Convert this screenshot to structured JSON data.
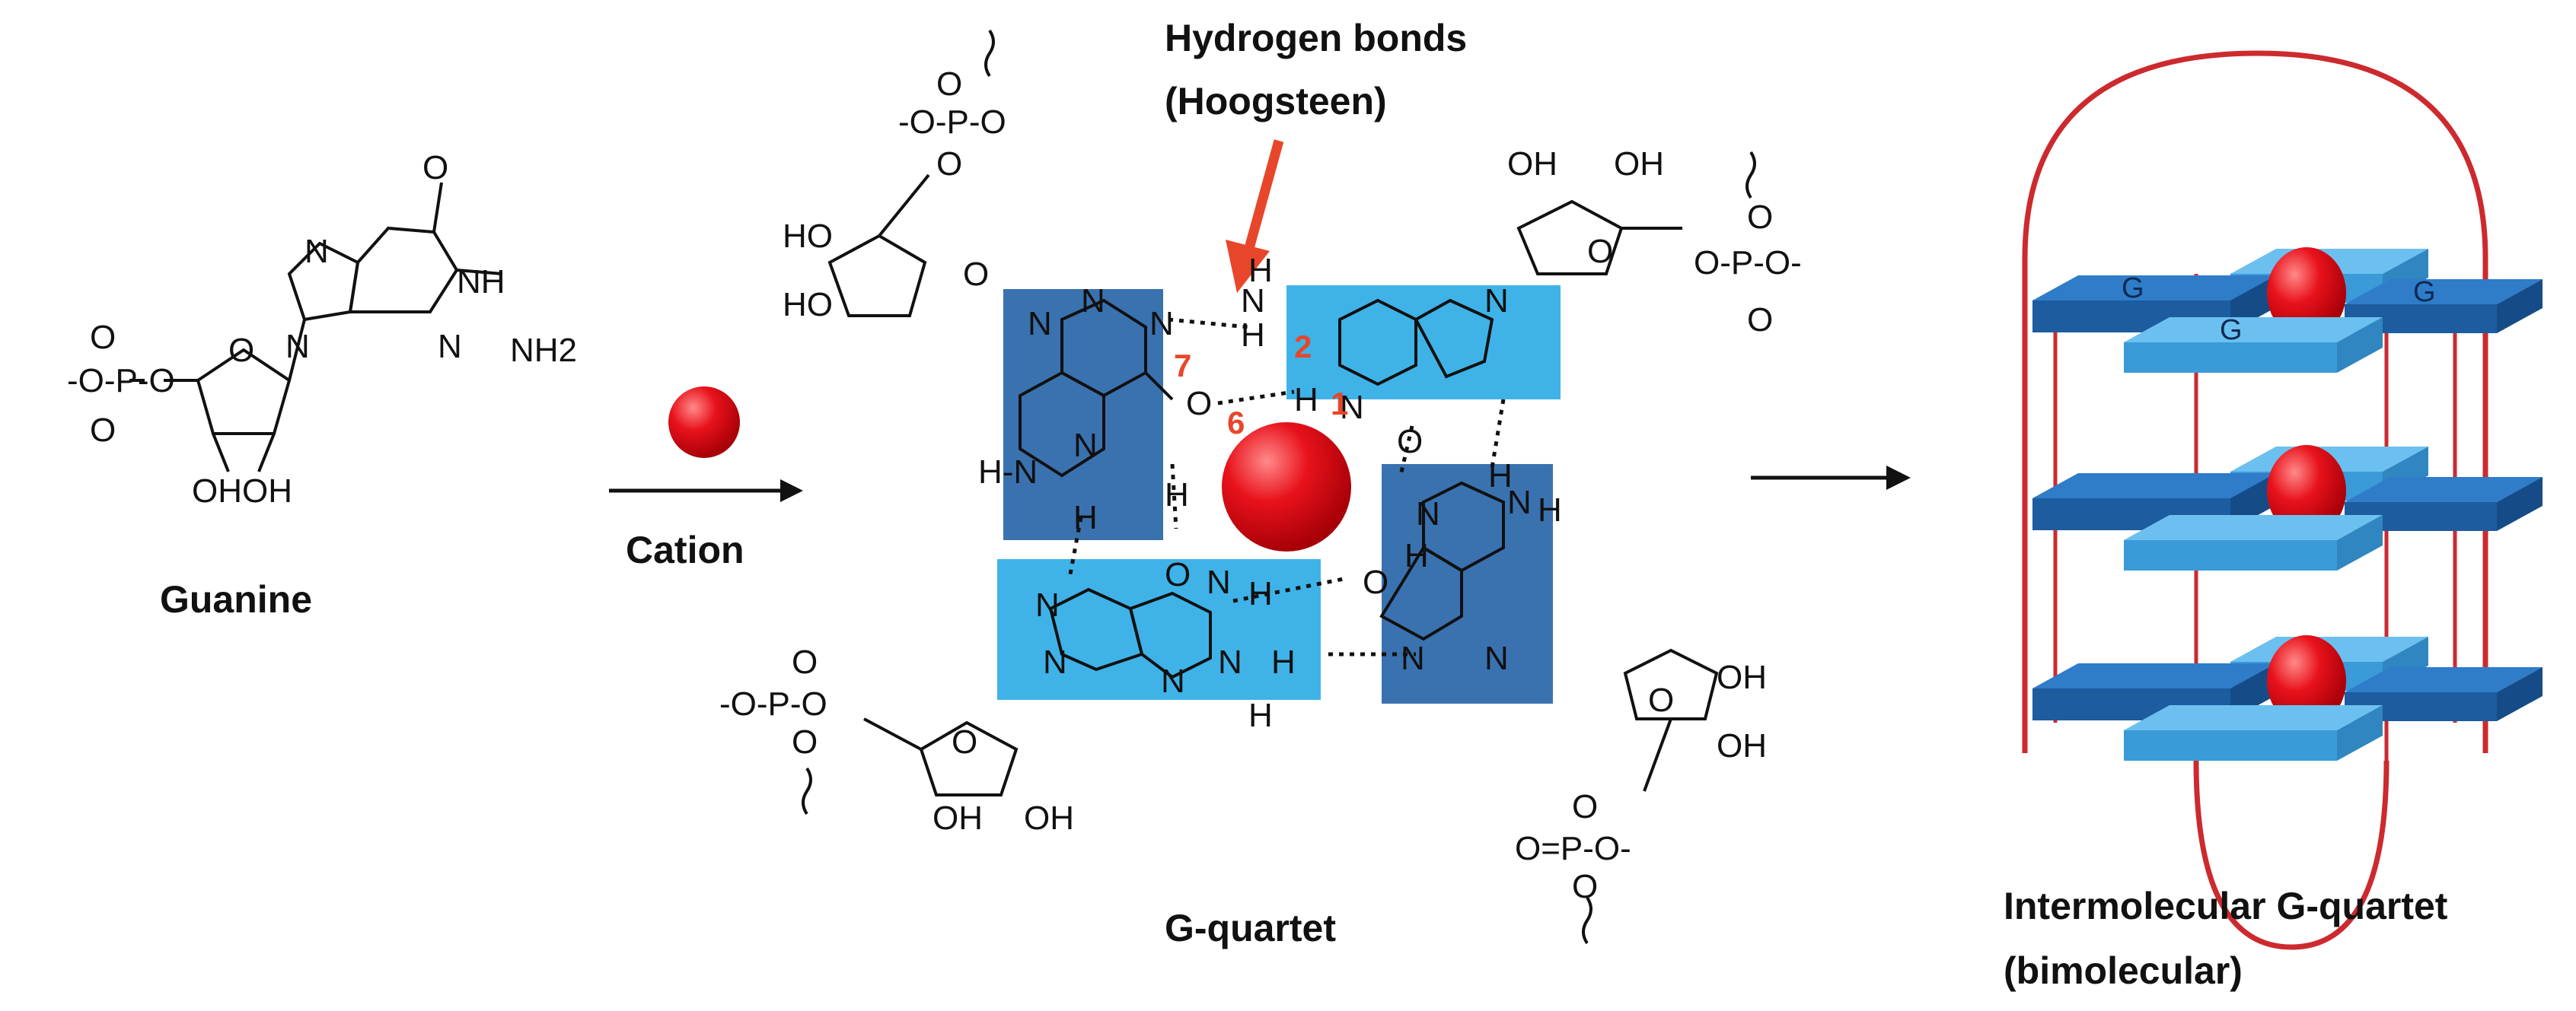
{
  "labels": {
    "guanine": "Guanine",
    "cation": "Cation",
    "hydrogen_bonds_line1": "Hydrogen bonds",
    "hydrogen_bonds_line2": "(Hoogsteen)",
    "g_quartet": "G-quartet",
    "intermolecular_line1": "Intermolecular G-quartet",
    "intermolecular_line2": "(bimolecular)"
  },
  "atom_labels": {
    "oxygen": "O",
    "nitrogen": "N",
    "hydrogen": "H",
    "phosphorus": "P",
    "hydroxyl_right": "OH",
    "hydroxyl_left": "HO",
    "ohoh": "OHOH",
    "nh": "NH",
    "nh2": "NH2",
    "hn": "H-N",
    "phosphate_left": "-O-P-O",
    "phosphate_right": "O-P-O-",
    "phosphate_oeq": "O=P-O-",
    "neg": "-"
  },
  "position_numbers": [
    "7",
    "2",
    "1",
    "6"
  ],
  "tetrad_letter": "G",
  "colors": {
    "dark_blue": "#3a72b0",
    "light_blue": "#3fb3e8",
    "cation_red": "#e8121b",
    "arrow_red": "#e8462a",
    "loop_red": "#cc2a2e",
    "number_red": "#e8462a"
  }
}
